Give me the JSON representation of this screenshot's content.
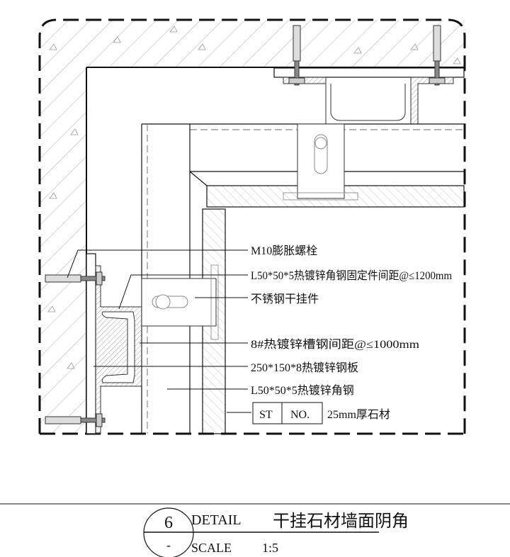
{
  "drawing": {
    "labels": [
      "M10膨胀螺栓",
      "L50*50*5热镀锌角钢固定件间距@≤1200mm",
      "不锈钢干挂件",
      "8#热镀锌槽钢间距@≤1000mm",
      "250*150*8热镀锌钢板",
      "L50*50*5热镀锌角钢"
    ],
    "material_tag": {
      "left": "ST",
      "right": "NO.",
      "note": "25mm厚石材"
    }
  },
  "title_block": {
    "number": "6",
    "sheet": "-",
    "detail_label": "DETAIL",
    "title": "干挂石材墙面阴角",
    "scale_label": "SCALE",
    "scale_value": "1:5"
  },
  "colors": {
    "line": "#111111",
    "hatch": "#8a8a8a",
    "stone": "#b0b0b0"
  }
}
